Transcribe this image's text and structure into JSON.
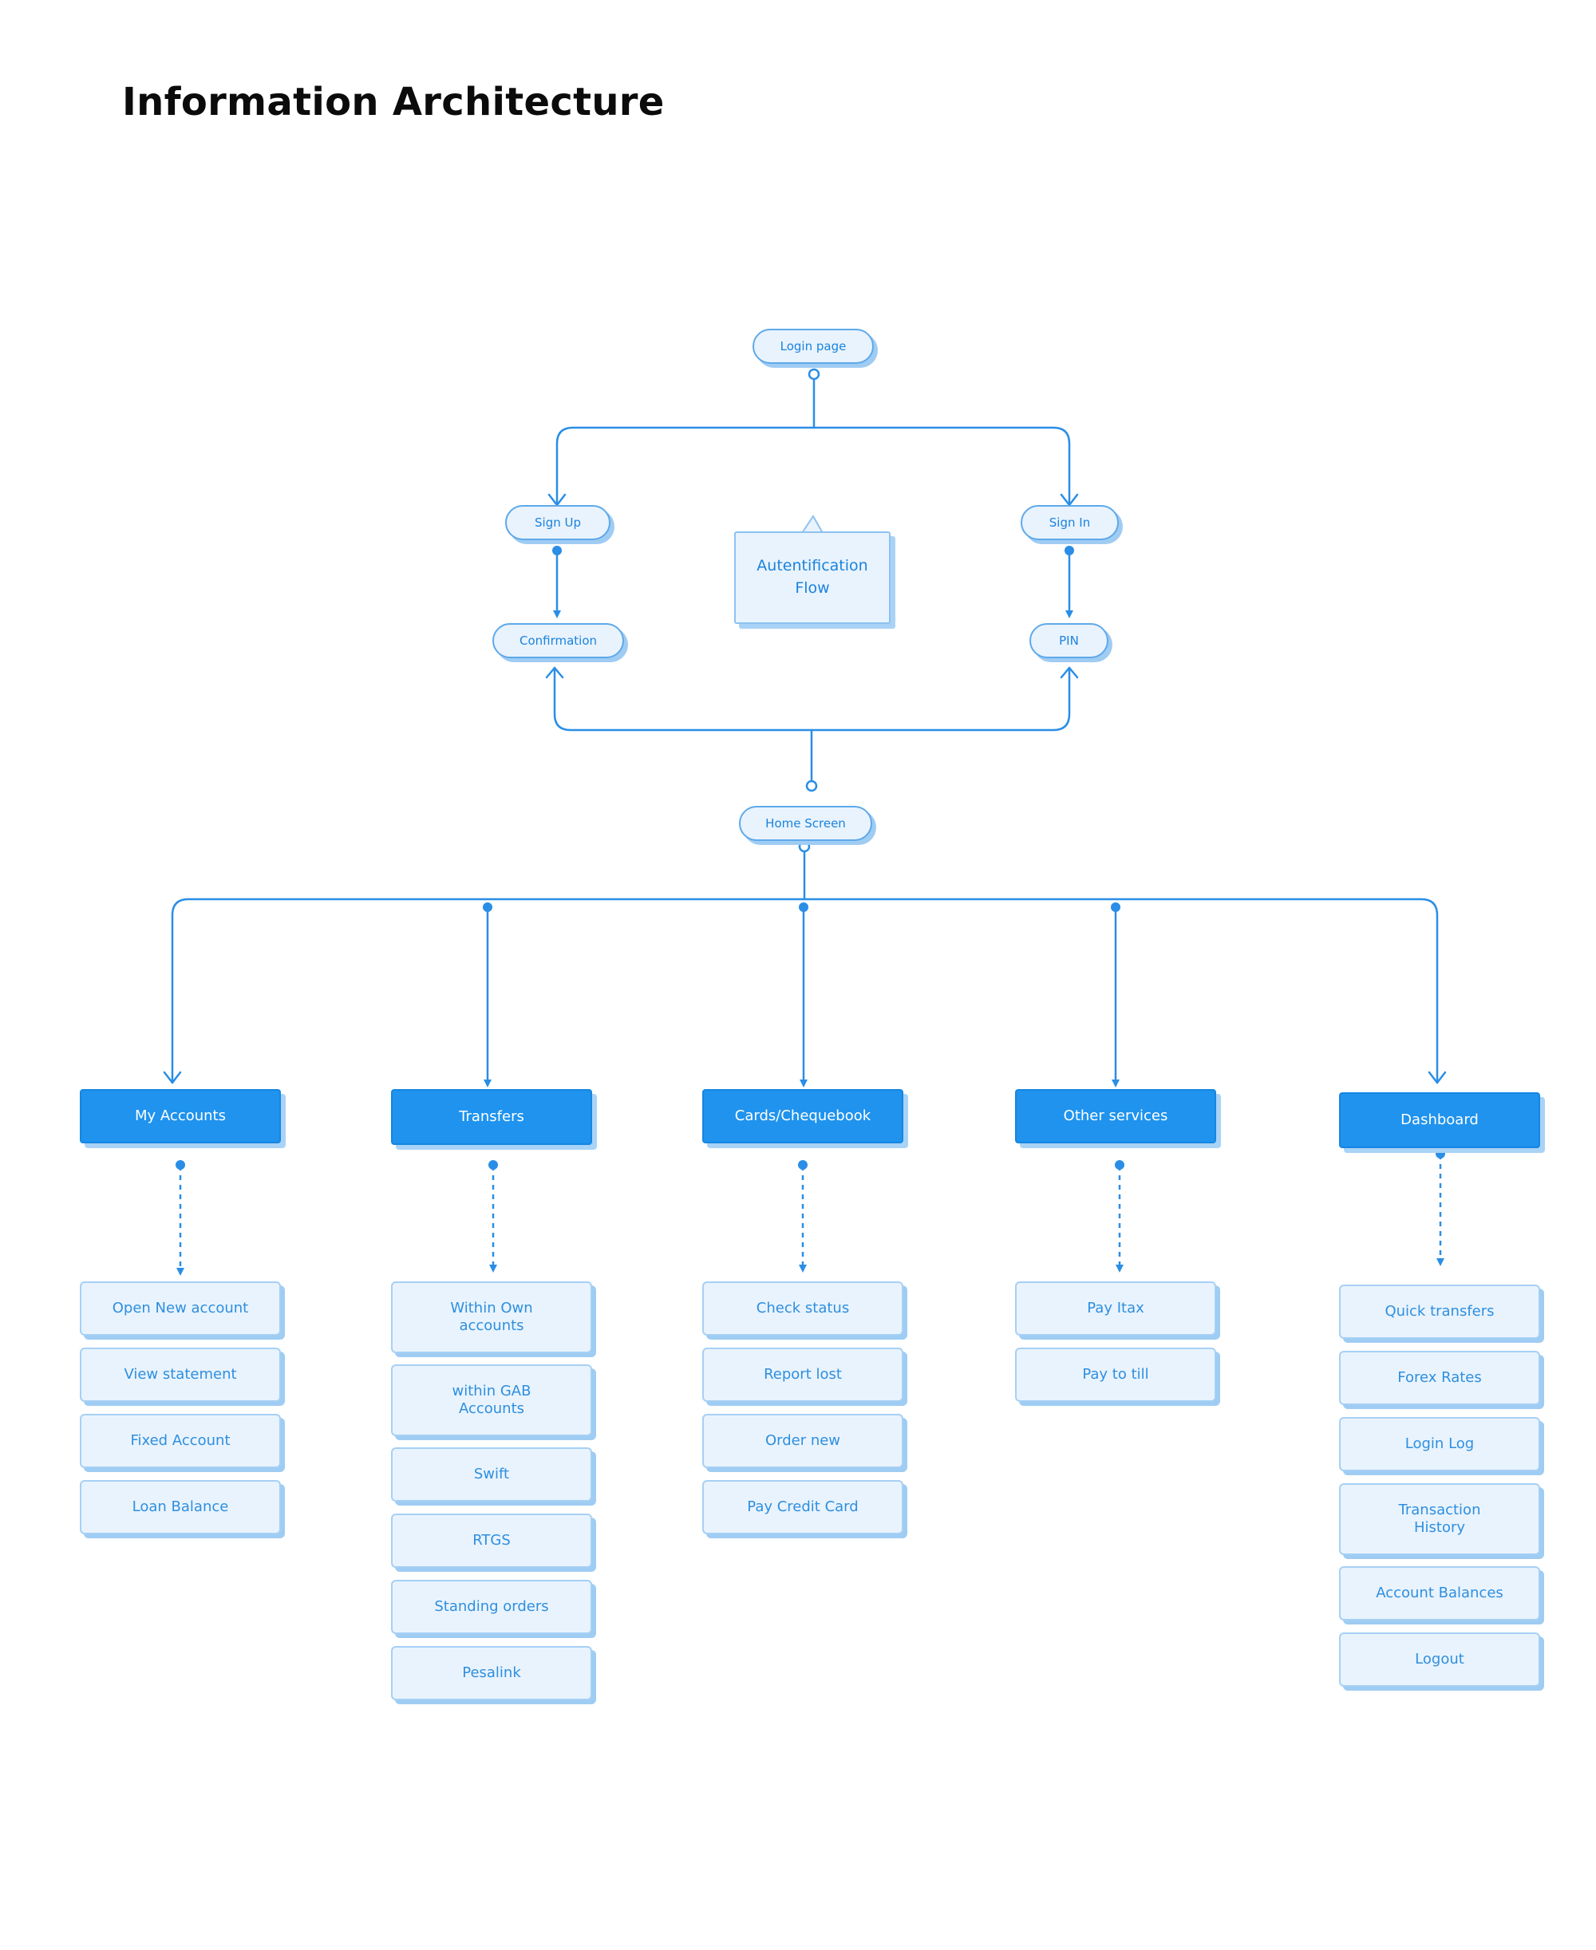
{
  "title": "Information Architecture",
  "colors": {
    "accent": "#1f93ee",
    "line": "#2a8ee6",
    "node_fill": "#e9f3fd",
    "node_text": "#1a83dd"
  },
  "auth": {
    "login": "Login page",
    "sign_up": "Sign  Up",
    "sign_in": "Sign In",
    "confirmation": "Confirmation",
    "pin": "PIN",
    "note": "Autentification\nFlow",
    "home": "Home Screen"
  },
  "columns": [
    {
      "label": "My Accounts",
      "items": [
        "Open New account",
        "View statement",
        "Fixed Account",
        "Loan Balance"
      ]
    },
    {
      "label": "Transfers",
      "items": [
        "Within Own\naccounts",
        "within GAB\nAccounts",
        "Swift",
        "RTGS",
        "Standing orders",
        "Pesalink"
      ]
    },
    {
      "label": "Cards/Chequebook",
      "items": [
        "Check status",
        "Report lost",
        "Order new",
        "Pay Credit Card"
      ]
    },
    {
      "label": "Other services",
      "items": [
        "Pay Itax",
        "Pay to till"
      ]
    },
    {
      "label": "Dashboard",
      "items": [
        "Quick transfers",
        "Forex Rates",
        "Login Log",
        "Transaction\nHistory",
        "Account Balances",
        "Logout"
      ]
    }
  ]
}
